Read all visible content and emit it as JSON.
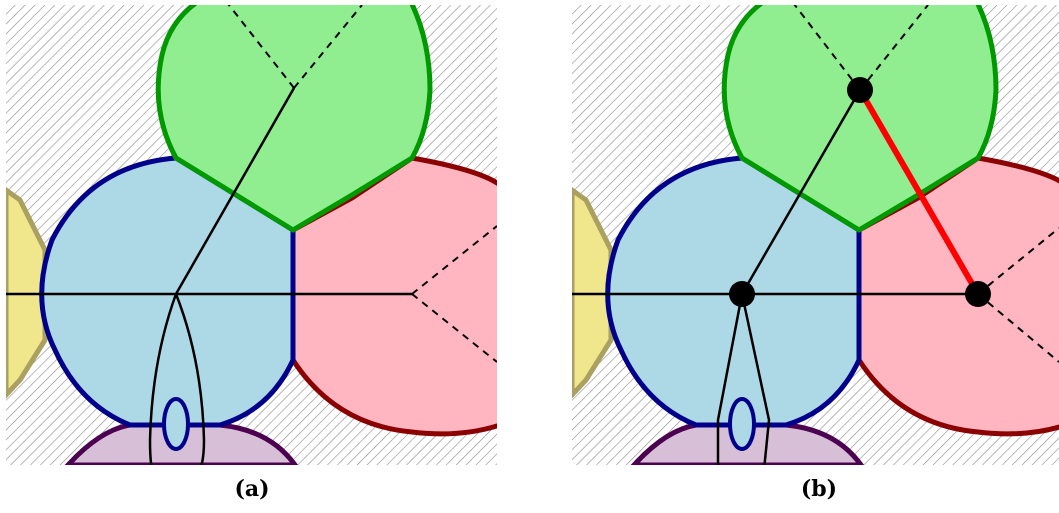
{
  "figure": {
    "panels": [
      {
        "id": "a",
        "caption": "(a)"
      },
      {
        "id": "b",
        "caption": "(b)"
      }
    ],
    "colors": {
      "hatch_line": "#8a8a8a",
      "blue_fill": "#add8e6",
      "blue_edge": "#00008b",
      "green_fill": "#90ee90",
      "green_edge": "#009900",
      "pink_fill": "#ffb6c1",
      "pink_edge": "#8b0000",
      "yellow_fill": "#f0e68c",
      "yellow_edge": "#aaa060",
      "purple_fill": "#d8bfd8",
      "purple_edge": "#4b0050",
      "highlight_edge": "#ff0000",
      "graph_line": "#000000"
    }
  }
}
